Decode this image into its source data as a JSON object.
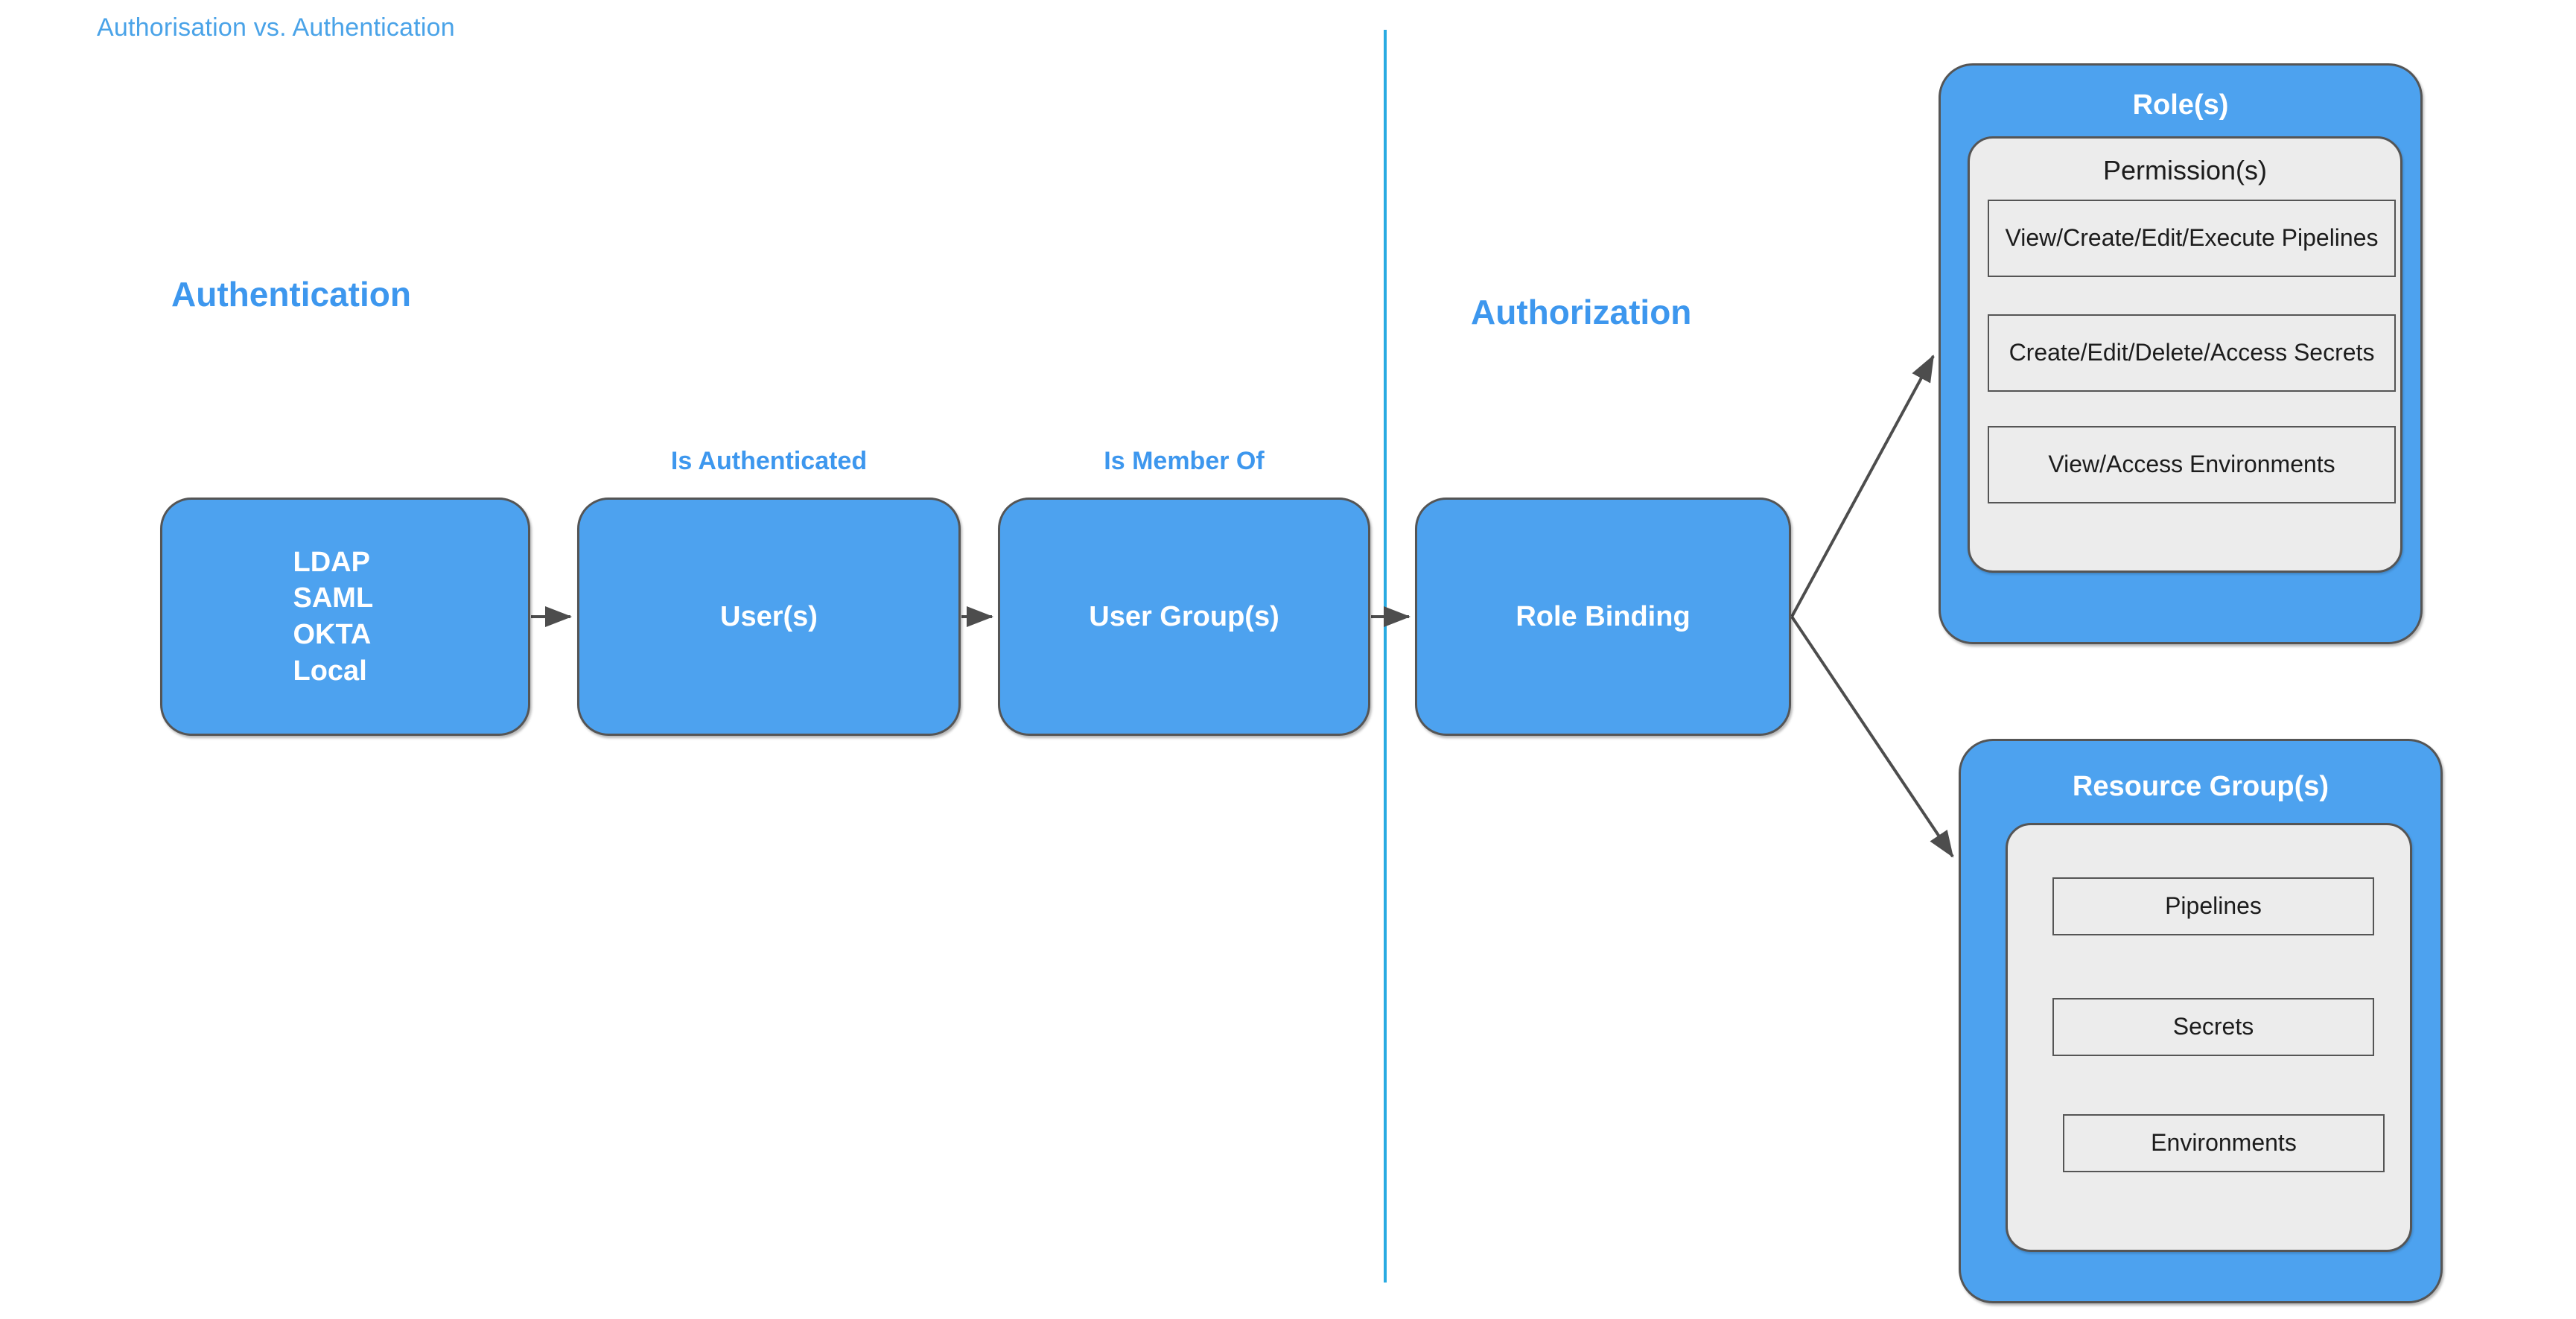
{
  "page": {
    "title": "Authorisation vs. Authentication",
    "background_color": "#ffffff"
  },
  "colors": {
    "accent_blue": "#4da2ef",
    "heading_blue": "#3d97ee",
    "title_blue": "#4aa3e8",
    "divider_blue": "#29ABE2",
    "panel_gray": "#ececec",
    "stroke_gray": "#555555",
    "text_white": "#ffffff",
    "text_dark": "#1c1c1c"
  },
  "sections": {
    "authentication_heading": "Authentication",
    "authorization_heading": "Authorization"
  },
  "flow": {
    "identity_providers": {
      "lines": [
        "LDAP",
        "SAML",
        "OKTA",
        "Local"
      ]
    },
    "users_box": "User(s)",
    "user_groups_box": "User Group(s)",
    "role_binding_box": "Role Binding",
    "edge_labels": {
      "is_authenticated": "Is Authenticated",
      "is_member_of": "Is Member Of"
    }
  },
  "roles_panel": {
    "title": "Role(s)",
    "inner_title": "Permission(s)",
    "permissions": [
      "View/Create/Edit/Execute Pipelines",
      "Create/Edit/Delete/Access Secrets",
      "View/Access Environments"
    ]
  },
  "resource_groups_panel": {
    "title": "Resource Group(s)",
    "resources": [
      "Pipelines",
      "Secrets",
      "Environments"
    ]
  }
}
